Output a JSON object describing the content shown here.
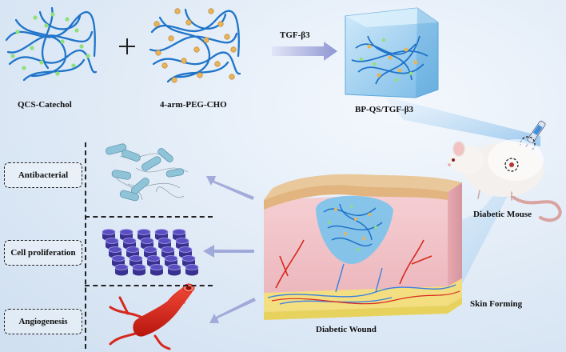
{
  "labels": {
    "qcs": "QCS-Catechol",
    "peg": "4-arm-PEG-CHO",
    "tgf": "TGF-β3",
    "bp": "BP-QS/TGF-β3",
    "mouse": "Diabetic Mouse",
    "wound": "Diabetic Wound",
    "skin": "Skin Forming"
  },
  "effects": [
    {
      "label": "Antibacterial"
    },
    {
      "label": "Cell proliferation"
    },
    {
      "label": "Angiogenesis"
    }
  ],
  "colors": {
    "polymer": "#1f74c9",
    "catechol": "#8fe07a",
    "aldehyde": "#e7b45a",
    "hydrogel": "#7fc3ea",
    "skin_top": "#e9c89b",
    "dermis": "#f2c4c8",
    "fat": "#f4e37a",
    "vessel": "#d8281e",
    "cell": "#5a4fc0",
    "bacteria": "#8fc3d8",
    "arrow": "#9aa3d6"
  }
}
